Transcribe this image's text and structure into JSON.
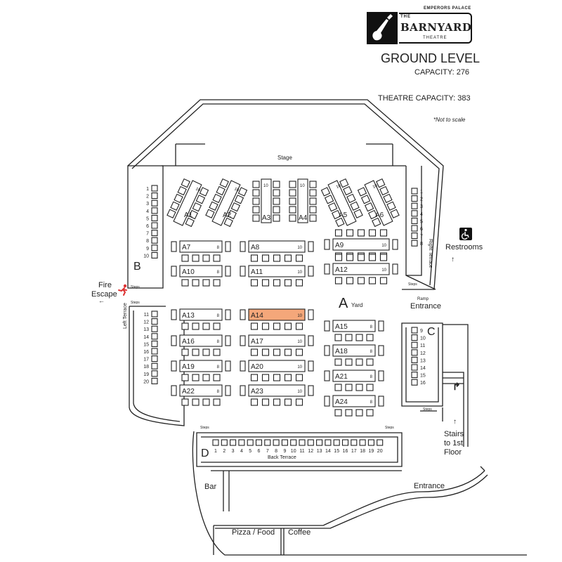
{
  "logo": {
    "top_line": "EMPERORS PALACE",
    "the": "THE",
    "name": "BARNYARD",
    "sub": "THEATRE",
    "icon": "guitar-icon"
  },
  "header": {
    "level": "GROUND LEVEL",
    "capacity": "CAPACITY: 276",
    "theatre_capacity": "THEATRE CAPACITY: 383",
    "note": "*Not to scale"
  },
  "areas": {
    "stage": "Stage",
    "yard_letter": "A",
    "yard": "Yard",
    "B": "B",
    "C": "C",
    "D": "D",
    "left_terrace": "Left Terrace",
    "right_terrace": "Right Terrace",
    "back_terrace": "Back Terrace",
    "fire_escape_1": "Fire",
    "fire_escape_2": "Escape",
    "restrooms": "Restrooms",
    "ramp": "Ramp",
    "entrance_right": "Entrance",
    "entrance_bottom": "Entrance",
    "steps": "Steps",
    "bar": "Bar",
    "pizza": "Pizza / Food",
    "coffee": "Coffee",
    "stairs_1": "Stairs",
    "stairs_2": "to 1st",
    "stairs_3": "Floor"
  },
  "colors": {
    "highlight": "#f4a77a",
    "line": "#222222"
  },
  "tables": [
    {
      "id": "A1",
      "seats": "10",
      "kind": "angled-left"
    },
    {
      "id": "A2",
      "seats": "10",
      "kind": "angled-left"
    },
    {
      "id": "A3",
      "seats": "10",
      "kind": "vertical"
    },
    {
      "id": "A4",
      "seats": "10",
      "kind": "vertical"
    },
    {
      "id": "A5",
      "seats": "10",
      "kind": "angled-right"
    },
    {
      "id": "A6",
      "seats": "10",
      "kind": "angled-right"
    },
    {
      "id": "A7",
      "seats": "8"
    },
    {
      "id": "A8",
      "seats": "10"
    },
    {
      "id": "A9",
      "seats": "10"
    },
    {
      "id": "A10",
      "seats": "8"
    },
    {
      "id": "A11",
      "seats": "10"
    },
    {
      "id": "A12",
      "seats": "10"
    },
    {
      "id": "A13",
      "seats": "8"
    },
    {
      "id": "A14",
      "seats": "10",
      "highlighted": true
    },
    {
      "id": "A15",
      "seats": "8"
    },
    {
      "id": "A16",
      "seats": "8"
    },
    {
      "id": "A17",
      "seats": "10"
    },
    {
      "id": "A18",
      "seats": "8"
    },
    {
      "id": "A19",
      "seats": "8"
    },
    {
      "id": "A20",
      "seats": "10"
    },
    {
      "id": "A21",
      "seats": "8"
    },
    {
      "id": "A22",
      "seats": "8"
    },
    {
      "id": "A23",
      "seats": "10"
    },
    {
      "id": "A24",
      "seats": "8"
    }
  ],
  "terrace_seats": {
    "B_upper": [
      "1",
      "2",
      "3",
      "4",
      "5",
      "6",
      "7",
      "8",
      "9",
      "10"
    ],
    "B_lower": [
      "11",
      "12",
      "13",
      "14",
      "15",
      "16",
      "17",
      "18",
      "19",
      "20"
    ],
    "C_upper": [
      "1",
      "2",
      "3",
      "4",
      "5",
      "6",
      "7",
      "8"
    ],
    "C_lower": [
      "9",
      "10",
      "11",
      "12",
      "13",
      "14",
      "15",
      "16"
    ],
    "D": [
      "1",
      "2",
      "3",
      "4",
      "5",
      "6",
      "7",
      "8",
      "9",
      "10",
      "11",
      "12",
      "13",
      "14",
      "15",
      "16",
      "17",
      "18",
      "19",
      "20"
    ]
  }
}
